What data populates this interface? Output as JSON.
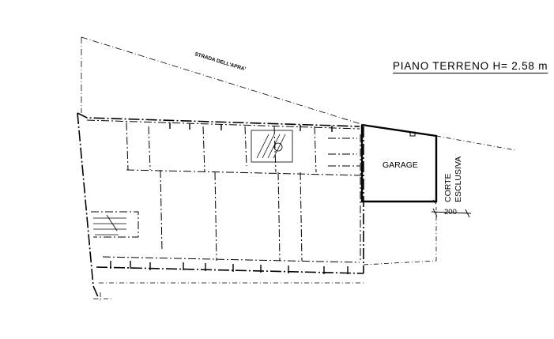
{
  "title": "PIANO TERRENO H= 2.58 m",
  "street": "STRADA DELL'APRA'",
  "garage": "GARAGE",
  "courtyard": [
    "CORTE",
    "ESCLUSIVA"
  ],
  "dimension": "200"
}
